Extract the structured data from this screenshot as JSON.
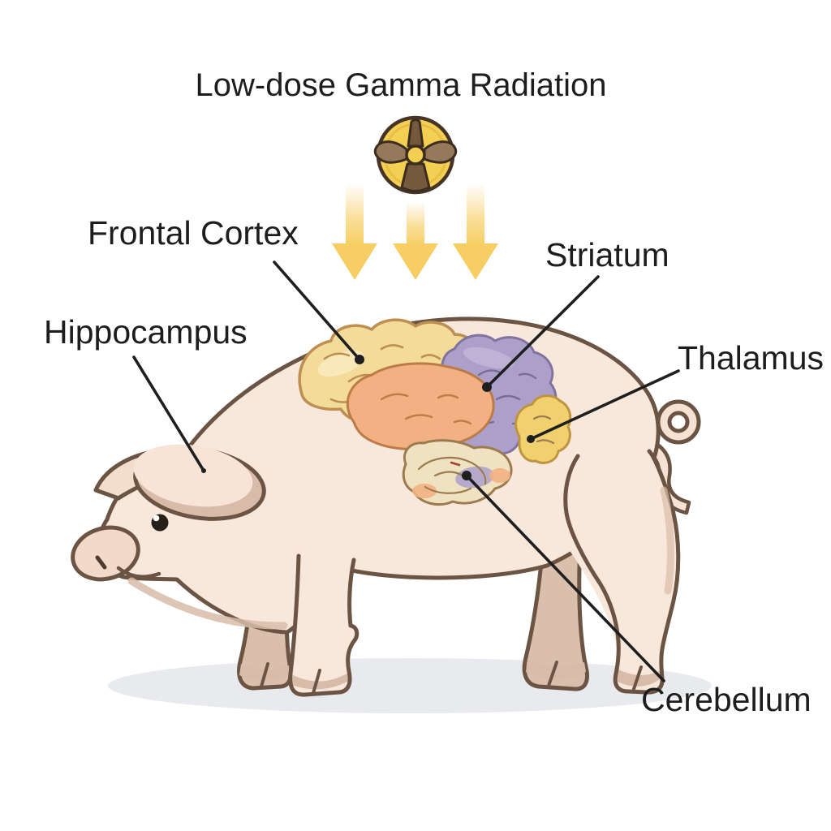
{
  "diagram": {
    "title": "Low-dose Gamma Radiation",
    "labels": {
      "frontal_cortex": "Frontal Cortex",
      "striatum": "Striatum",
      "hippocampus": "Hippocampus",
      "thalamus": "Thalamus",
      "cerebellum": "Cerebellum"
    },
    "icons": {
      "radiation": "radiation-fan-icon",
      "arrows": "triple-down-arrow-icon"
    },
    "subject": "pig-with-brain-regions",
    "colors": {
      "label_text": "#1D1D1D",
      "leader_line": "#1F1F1F",
      "arrow_yellow": "#F6CE63",
      "icon_gold": "#F3CF52",
      "icon_blade_dark": "#75593C",
      "icon_blade_light": "#96795B",
      "pig_body": "#F8E7DB",
      "pig_outline": "#6B5444",
      "pig_shade": "#D8BCA9",
      "far_leg": "#D9BFAC",
      "shadow": "#E8EAEE",
      "frontal_cortex": "#F3DB9A",
      "striatum": "#ACA0CB",
      "temporal_lobe": "#F2B183",
      "thalamus_region": "#F1D06E",
      "brainstem": "#EFE2C0"
    }
  }
}
